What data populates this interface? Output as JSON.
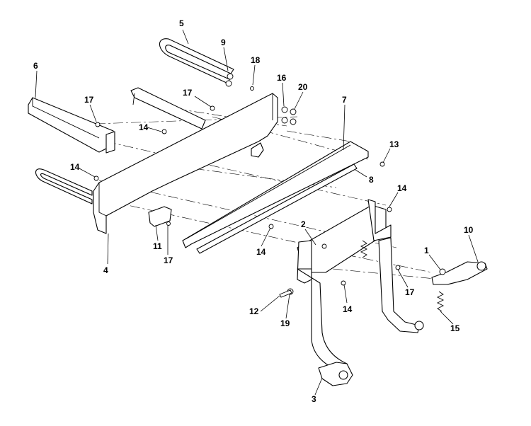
{
  "diagram": {
    "callouts": [
      {
        "id": "c5",
        "text": "5"
      },
      {
        "id": "c9",
        "text": "9"
      },
      {
        "id": "c18",
        "text": "18"
      },
      {
        "id": "c6",
        "text": "6"
      },
      {
        "id": "c16",
        "text": "16"
      },
      {
        "id": "c20",
        "text": "20"
      },
      {
        "id": "c17a",
        "text": "17"
      },
      {
        "id": "c17b",
        "text": "17"
      },
      {
        "id": "c7",
        "text": "7"
      },
      {
        "id": "c14a",
        "text": "14"
      },
      {
        "id": "c13",
        "text": "13"
      },
      {
        "id": "c14b",
        "text": "14"
      },
      {
        "id": "c8",
        "text": "8"
      },
      {
        "id": "c14c",
        "text": "14"
      },
      {
        "id": "c2",
        "text": "2"
      },
      {
        "id": "c10",
        "text": "10"
      },
      {
        "id": "c11",
        "text": "11"
      },
      {
        "id": "c14d",
        "text": "14"
      },
      {
        "id": "c1",
        "text": "1"
      },
      {
        "id": "c4",
        "text": "4"
      },
      {
        "id": "c17c",
        "text": "17"
      },
      {
        "id": "c17d",
        "text": "17"
      },
      {
        "id": "c12",
        "text": "12"
      },
      {
        "id": "c14e",
        "text": "14"
      },
      {
        "id": "c19",
        "text": "19"
      },
      {
        "id": "c15",
        "text": "15"
      },
      {
        "id": "c3",
        "text": "3"
      }
    ]
  }
}
